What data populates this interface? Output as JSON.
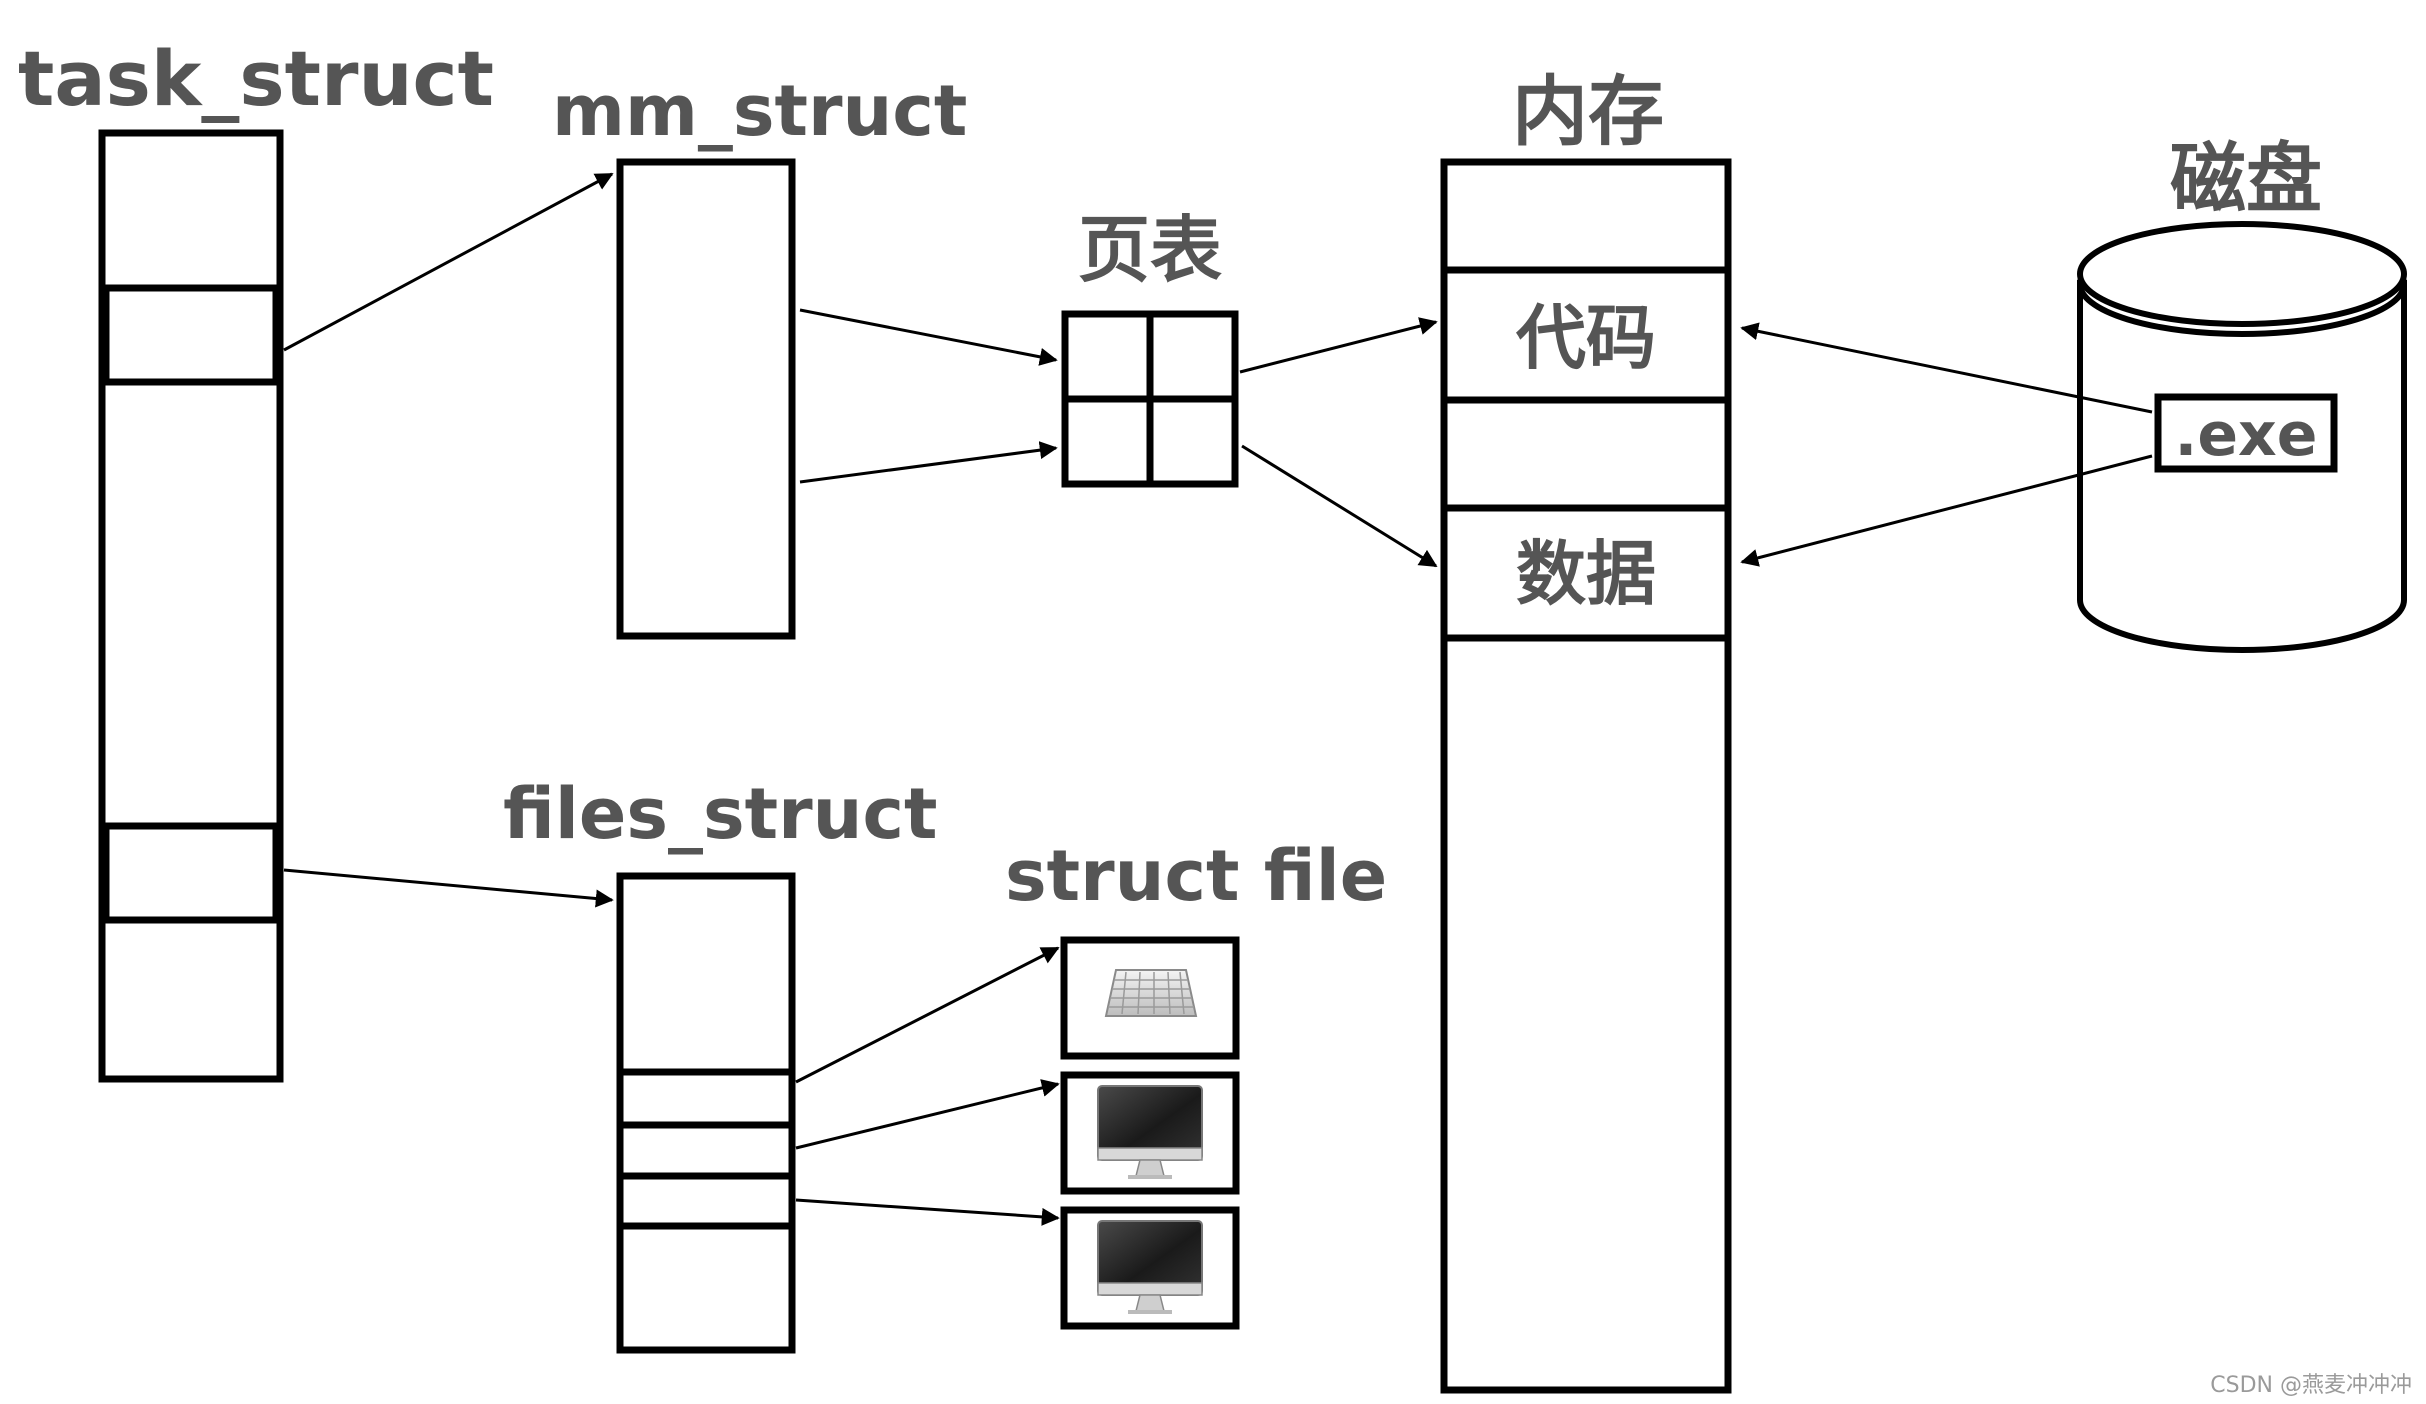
{
  "labels": {
    "task_struct": "task_struct",
    "mm_struct": "mm_struct",
    "page_table": "页表",
    "memory": "内存",
    "disk": "磁盘",
    "files_struct": "files_struct",
    "struct_file": "struct file",
    "code": "代码",
    "data": "数据",
    "exe": ".exe"
  },
  "watermark": "CSDN @燕麦冲冲冲",
  "colors": {
    "label": "#555555",
    "stroke": "#000000",
    "background": "#ffffff"
  },
  "icons": [
    "keyboard-icon",
    "monitor-icon",
    "monitor-icon"
  ]
}
